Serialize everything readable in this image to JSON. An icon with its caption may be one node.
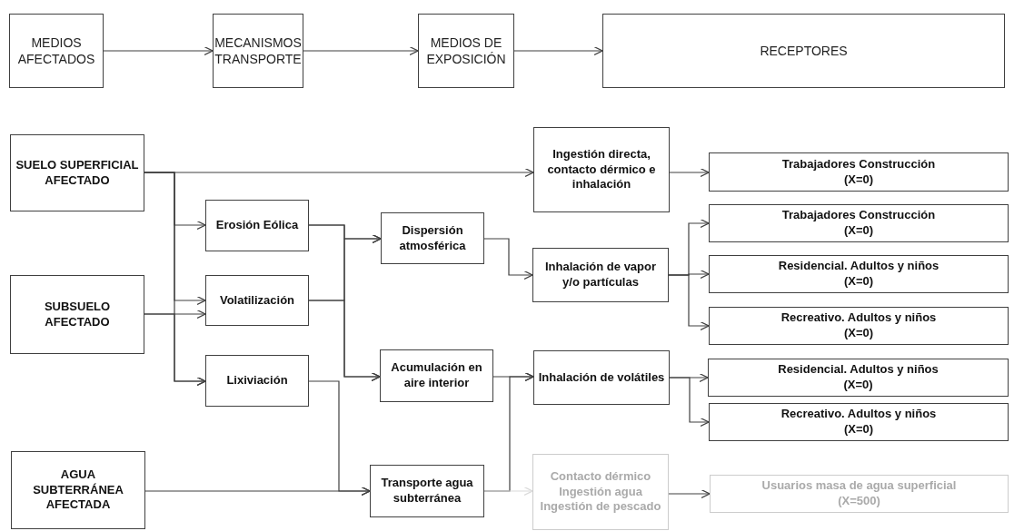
{
  "diagram": {
    "nodes": [
      {
        "text": [
          "MEDIOS AFECTADOS"
        ]
      },
      {
        "text": [
          "MECANISMOS TRANSPORTE"
        ]
      },
      {
        "text": [
          "MEDIOS DE EXPOSICIÓN"
        ]
      },
      {
        "text": [
          "RECEPTORES"
        ]
      },
      {
        "text": [
          "SUELO SUPERFICIAL AFECTADO"
        ]
      },
      {
        "text": [
          "SUBSUELO AFECTADO"
        ]
      },
      {
        "text": [
          "AGUA SUBTERRÁNEA AFECTADA"
        ]
      },
      {
        "text": [
          "Erosión Eólica"
        ]
      },
      {
        "text": [
          "Volatilización"
        ]
      },
      {
        "text": [
          "Lixiviación"
        ]
      },
      {
        "text": [
          "Dispersión atmosférica"
        ]
      },
      {
        "text": [
          "Acumulación en aire interior"
        ]
      },
      {
        "text": [
          "Transporte agua subterránea"
        ]
      },
      {
        "text": [
          "Ingestión directa, contacto dérmico e inhalación"
        ]
      },
      {
        "text": [
          "Inhalación de vapor y/o partículas"
        ]
      },
      {
        "text": [
          "Inhalación de volátiles"
        ]
      },
      {
        "text": [
          "Contacto dérmico",
          "Ingestión agua",
          "Ingestión de pescado"
        ]
      },
      {
        "text": [
          "Trabajadores Construcción",
          "(X=0)"
        ]
      },
      {
        "text": [
          "Trabajadores Construcción",
          "(X=0)"
        ]
      },
      {
        "text": [
          "Residencial. Adultos y niños",
          "(X=0)"
        ]
      },
      {
        "text": [
          "Recreativo. Adultos y niños",
          "(X=0)"
        ]
      },
      {
        "text": [
          "Residencial. Adultos y niños",
          "(X=0)"
        ]
      },
      {
        "text": [
          "Recreativo. Adultos y niños",
          "(X=0)"
        ]
      },
      {
        "text": [
          "Usuarios masa de agua superficial",
          "(X=500)"
        ]
      }
    ],
    "edges": [
      {
        "from": 0,
        "to": 1,
        "arrow": "to"
      },
      {
        "from": 1,
        "to": 2,
        "arrow": "to"
      },
      {
        "from": 2,
        "to": 3,
        "arrow": "to"
      },
      {
        "from": 4,
        "to": 13,
        "arrow": "to"
      },
      {
        "from": 4,
        "to": 7,
        "arrow": "to"
      },
      {
        "from": 4,
        "to": 8,
        "arrow": "to"
      },
      {
        "from": 4,
        "to": 9,
        "arrow": "to"
      },
      {
        "from": 5,
        "to": 8,
        "arrow": "to"
      },
      {
        "from": 5,
        "to": 9,
        "arrow": "to"
      },
      {
        "from": 7,
        "to": 10,
        "arrow": "to"
      },
      {
        "from": 7,
        "to": 11,
        "arrow": "to"
      },
      {
        "from": 8,
        "to": 10,
        "arrow": "to"
      },
      {
        "from": 8,
        "to": 11,
        "arrow": "to"
      },
      {
        "from": 9,
        "to": 12,
        "arrow": "to"
      },
      {
        "from": 6,
        "to": 12,
        "arrow": "to"
      },
      {
        "from": 10,
        "to": 14,
        "arrow": "to"
      },
      {
        "from": 11,
        "to": 15,
        "arrow": "to"
      },
      {
        "from": 12,
        "to": 15,
        "arrow": "to"
      },
      {
        "from": 12,
        "to": 16,
        "arrow": "to",
        "color": "#d9d9d9"
      },
      {
        "from": 13,
        "to": 17,
        "arrow": "to"
      },
      {
        "from": 14,
        "to": 18,
        "arrow": "to"
      },
      {
        "from": 14,
        "to": 19,
        "arrow": "to"
      },
      {
        "from": 14,
        "to": 20,
        "arrow": "to"
      },
      {
        "from": 15,
        "to": 21,
        "arrow": "to"
      },
      {
        "from": 15,
        "to": 22,
        "arrow": "to"
      },
      {
        "from": 16,
        "to": 23,
        "arrow": "to"
      }
    ]
  }
}
